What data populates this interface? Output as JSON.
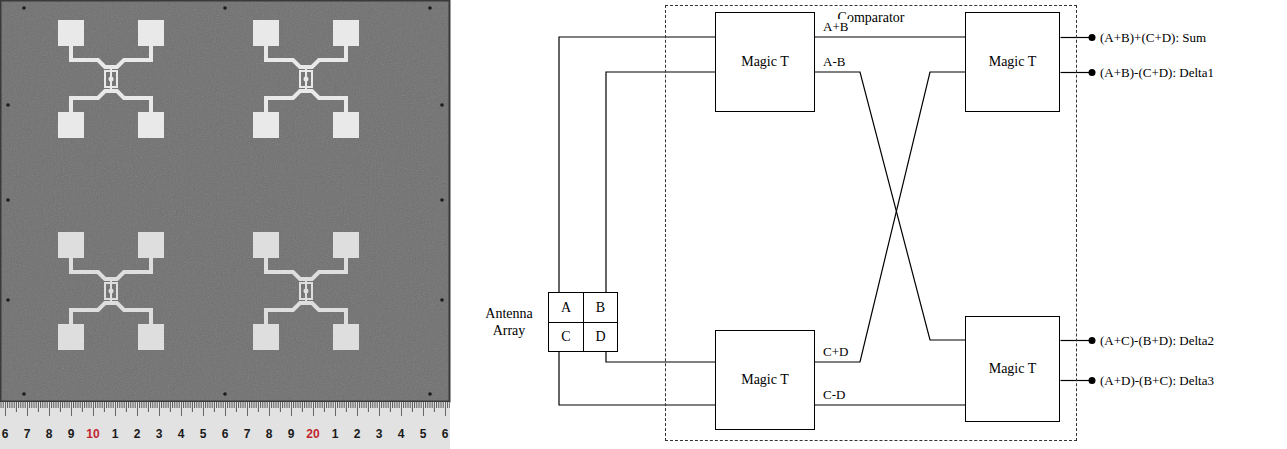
{
  "diagram": {
    "nodes": [
      {
        "text": [
          "Antenna Array"
        ]
      },
      {
        "text": [
          "A"
        ],
        "in": 0
      },
      {
        "text": [
          "B"
        ],
        "in": 0
      },
      {
        "text": [
          "C"
        ],
        "in": 0
      },
      {
        "text": [
          "D"
        ],
        "in": 0
      },
      {
        "text": [
          "Comparator"
        ]
      },
      {
        "text": [
          "Magic T"
        ],
        "in": 5
      },
      {
        "text": [
          "Magic T"
        ],
        "in": 5
      },
      {
        "text": [
          "Magic T"
        ],
        "in": 5
      },
      {
        "text": [
          "Magic T"
        ],
        "in": 5
      }
    ],
    "edges": [
      {
        "from": 1,
        "to": 6,
        "arrow": "none"
      },
      {
        "from": 2,
        "to": 6,
        "arrow": "none"
      },
      {
        "from": 3,
        "to": 8,
        "arrow": "none"
      },
      {
        "from": 4,
        "to": 8,
        "arrow": "none"
      },
      {
        "from": 6,
        "to": 7,
        "label": "A+B",
        "arrow": "none"
      },
      {
        "from": 6,
        "to": 9,
        "label": "A-B",
        "arrow": "none"
      },
      {
        "from": 8,
        "to": 7,
        "label": "C+D",
        "arrow": "none"
      },
      {
        "from": 8,
        "to": 9,
        "label": "C-D",
        "arrow": "none"
      }
    ],
    "labels": [
      "6",
      "7",
      "8",
      "9",
      "10",
      "1",
      "2",
      "3",
      "4",
      "5",
      "6",
      "7",
      "8",
      "9",
      "20",
      "1",
      "2",
      "3",
      "4",
      "5",
      "6",
      "(A+B)+(C+D): Sum",
      "(A+B)-(C+D): Delta1",
      "(A+C)-(B+D): Delta2",
      "(A+D)-(B+C): Delta3"
    ]
  }
}
